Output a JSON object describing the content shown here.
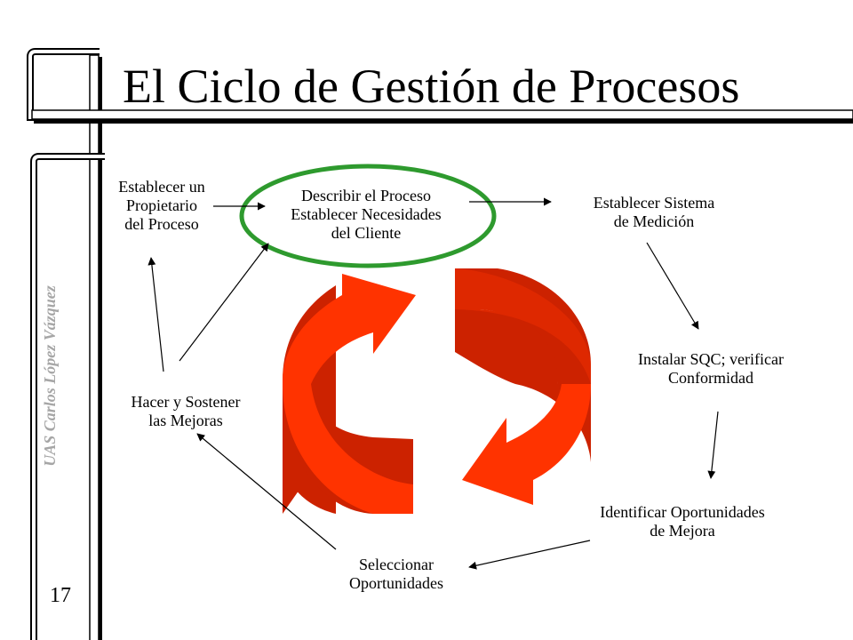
{
  "slide": {
    "title": "El Ciclo de Gestión de Procesos",
    "author": "UAS Carlos López Vázquez",
    "page_number": "17"
  },
  "cycle": {
    "nodes": [
      {
        "id": "owner",
        "lines": [
          "Establecer un",
          "Propietario",
          "del Proceso"
        ]
      },
      {
        "id": "describe",
        "lines": [
          "Describir el Proceso",
          "Establecer Necesidades",
          "del Cliente"
        ],
        "highlighted": true
      },
      {
        "id": "measure",
        "lines": [
          "Establecer Sistema",
          "de Medición"
        ]
      },
      {
        "id": "sqc",
        "lines": [
          "Instalar SQC; verificar",
          "Conformidad"
        ]
      },
      {
        "id": "identify",
        "lines": [
          "Identificar Oportunidades",
          "de Mejora"
        ]
      },
      {
        "id": "select",
        "lines": [
          "Seleccionar",
          "Oportunidades"
        ]
      },
      {
        "id": "sustain",
        "lines": [
          "Hacer y Sostener",
          "las Mejoras"
        ]
      }
    ],
    "connections": [
      {
        "from": "owner",
        "to": "describe"
      },
      {
        "from": "describe",
        "to": "measure"
      },
      {
        "from": "measure",
        "to": "sqc"
      },
      {
        "from": "sqc",
        "to": "identify"
      },
      {
        "from": "identify",
        "to": "select"
      },
      {
        "from": "select",
        "to": "sustain"
      },
      {
        "from": "sustain",
        "to": "owner"
      },
      {
        "from": "sustain",
        "to": "describe"
      }
    ]
  },
  "colors": {
    "highlight_ellipse": "#2e9a2e",
    "cycle_arrow_front": "#ff3300",
    "cycle_arrow_side": "#cc2200",
    "frame_bar": "#ffffff",
    "frame_shadow": "#000000",
    "author_text": "#a6a6a6"
  },
  "icons": {
    "cycle": "circular-arrows-icon"
  }
}
